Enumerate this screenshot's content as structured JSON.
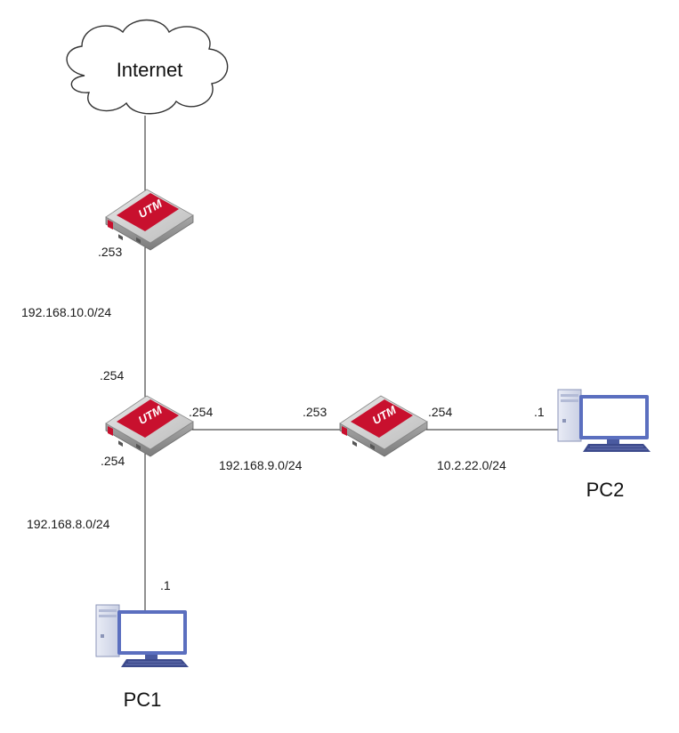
{
  "cloud": {
    "label": "Internet"
  },
  "utm": {
    "label": "UTM"
  },
  "networks": {
    "top": "192.168.10.0/24",
    "middle": "192.168.9.0/24",
    "right": "10.2.22.0/24",
    "bottom": "192.168.8.0/24"
  },
  "ports": {
    "top_utm": ".253",
    "center_up": ".254",
    "center_right": ".254",
    "center_down": ".254",
    "right_utm_left": ".253",
    "right_utm_right": ".254",
    "pc2": ".1",
    "pc1": ".1"
  },
  "pcs": {
    "pc1": "PC1",
    "pc2": "PC2"
  },
  "colors": {
    "utm_red": "#c8102e",
    "utm_body": "#9a9a9a",
    "pc_blue": "#5b6fbf",
    "line": "#222222"
  }
}
